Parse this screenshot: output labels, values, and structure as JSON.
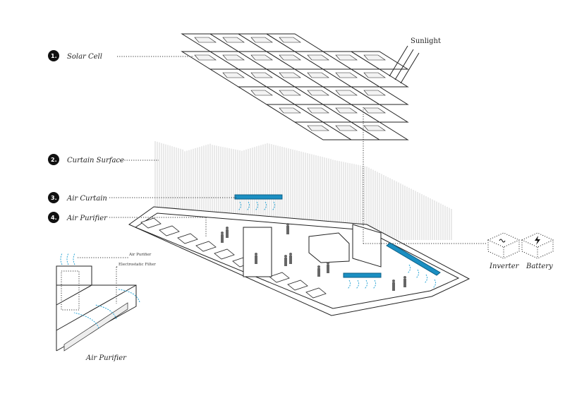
{
  "labels": [
    {
      "number": "1.",
      "text": "Solar Cell"
    },
    {
      "number": "2.",
      "text": "Curtain Surface"
    },
    {
      "number": "3.",
      "text": "Air Curtain"
    },
    {
      "number": "4.",
      "text": "Air Purifier"
    }
  ],
  "sunlight": "Sunlight",
  "equipment": {
    "inverter": "Inverter",
    "battery": "Battery"
  },
  "inset": {
    "title": "Air Purifier",
    "callout_purifier": "Air Purifier",
    "callout_filter": "Electrostatic Filter"
  },
  "colors": {
    "air_curtain": "#1b8fc2",
    "airflow": "#2aa5d6",
    "curtain": "#c9c9c9"
  }
}
